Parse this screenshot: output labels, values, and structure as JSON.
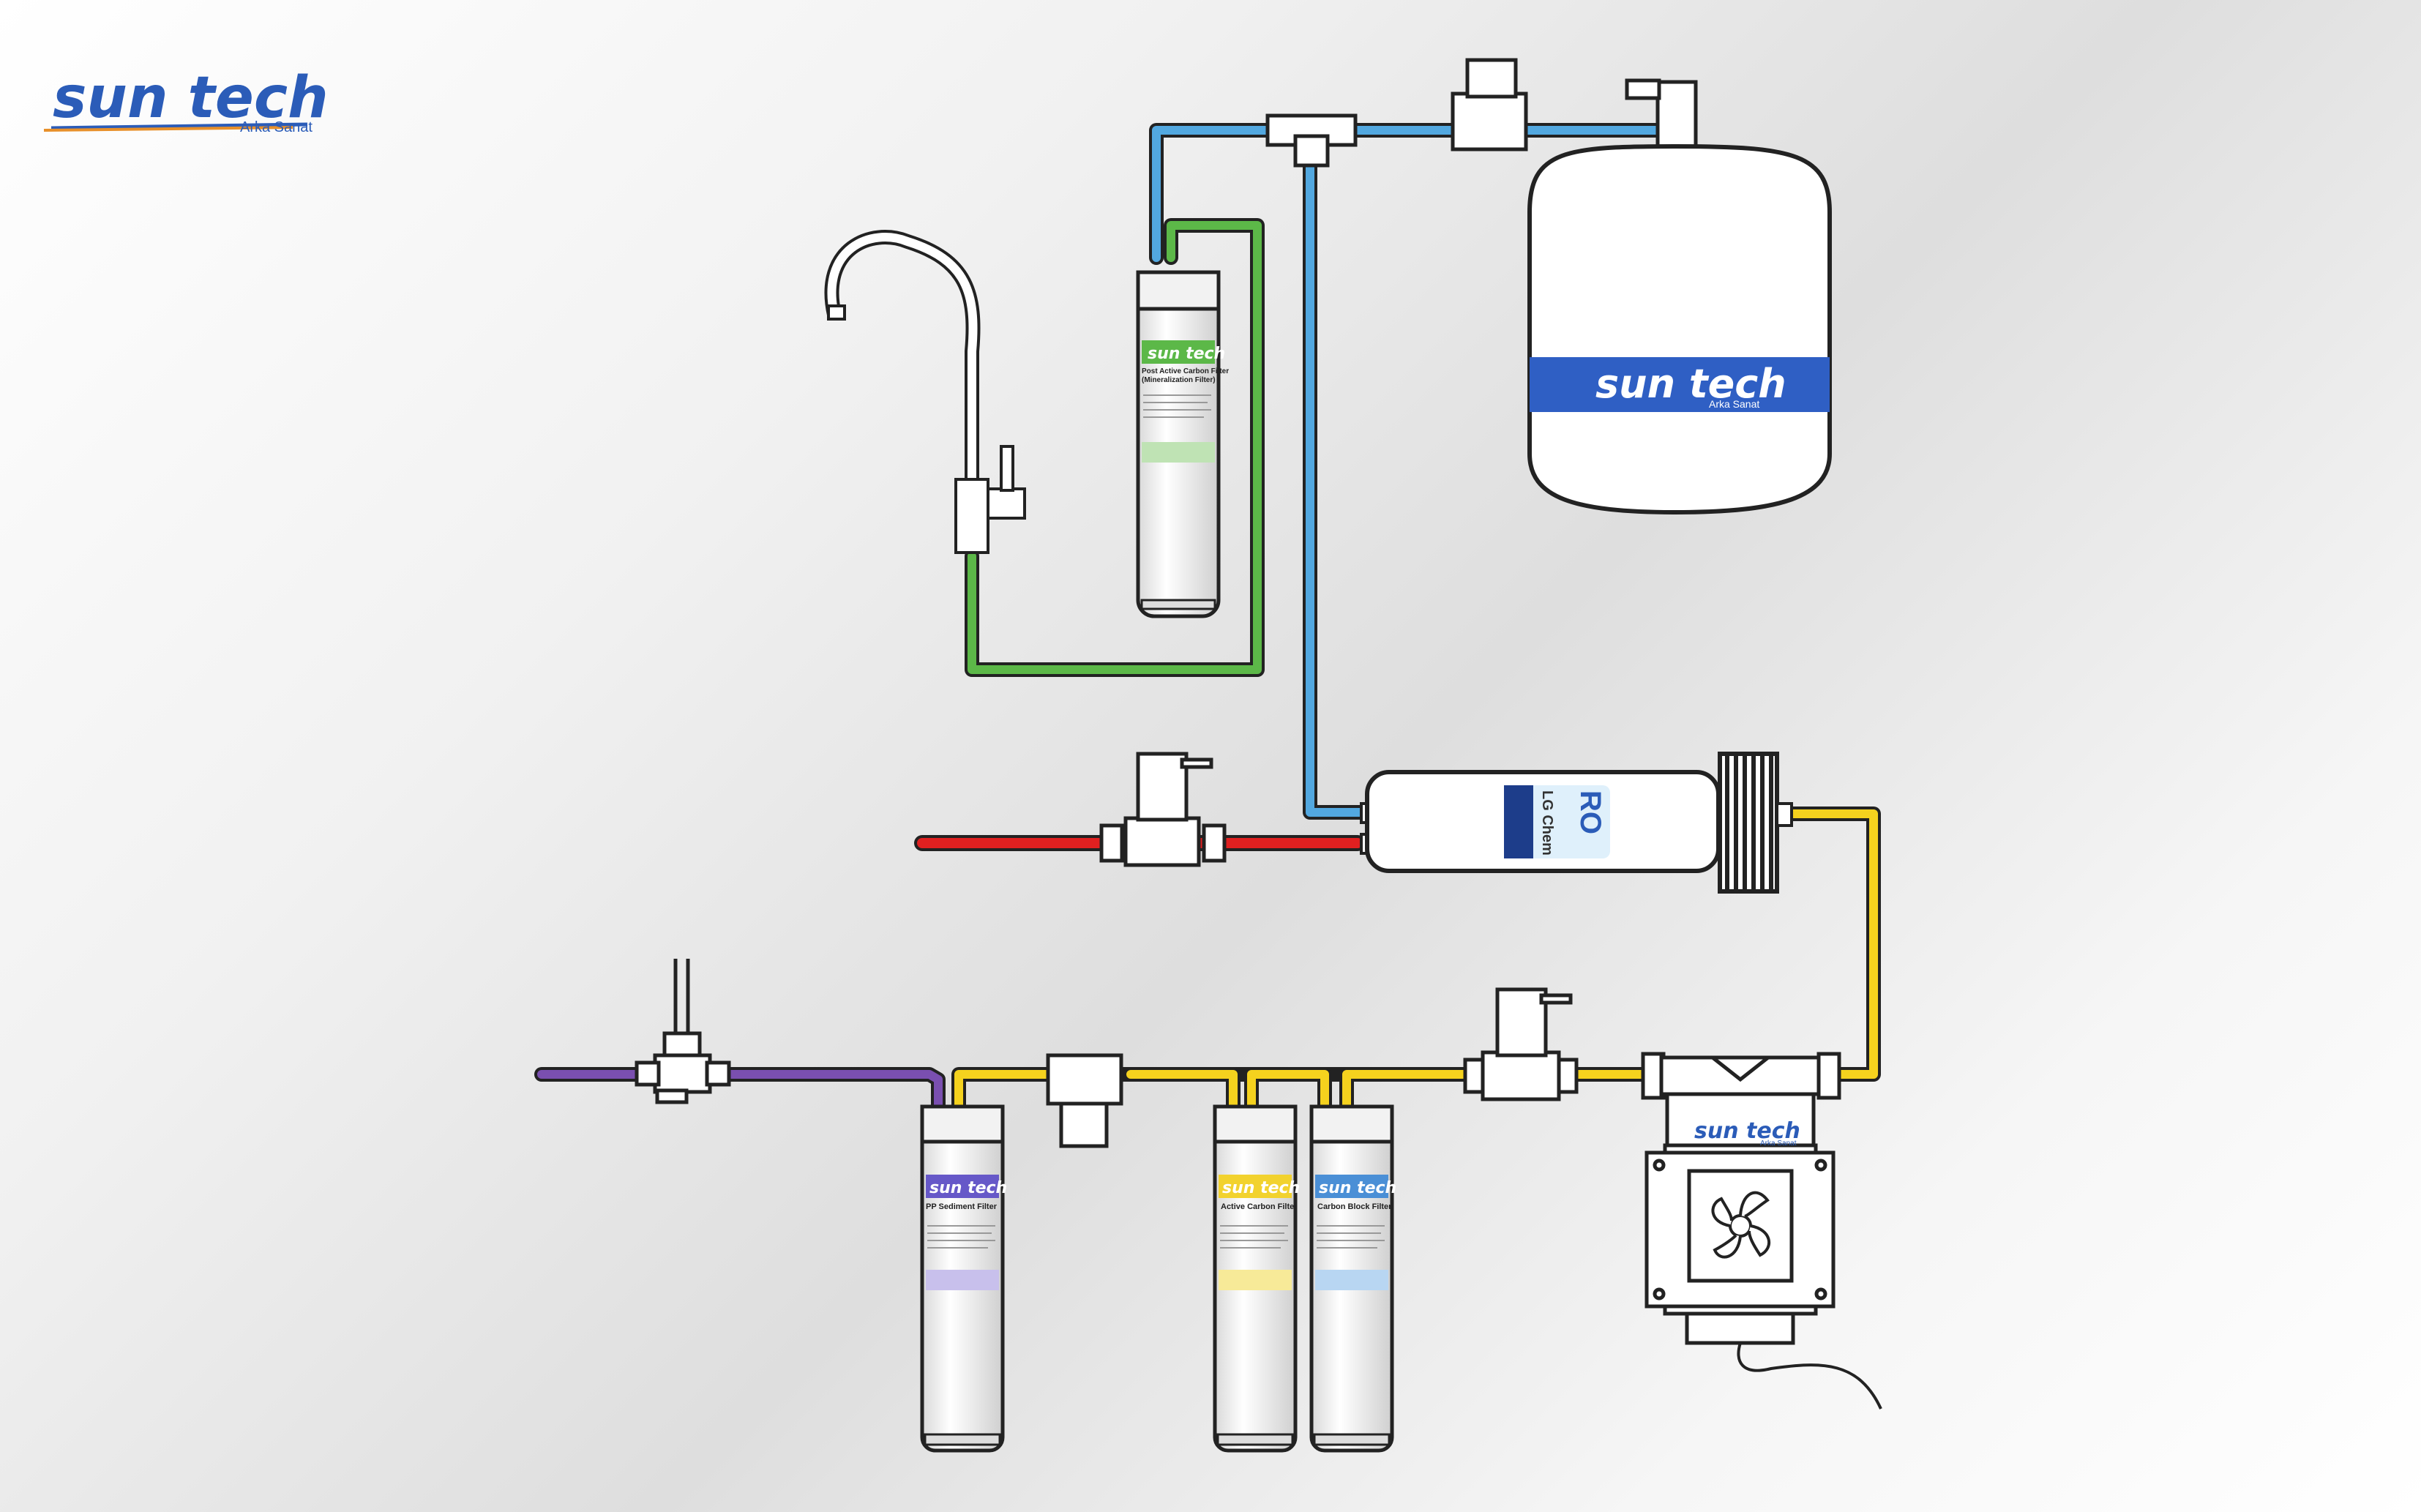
{
  "brand": {
    "name": "sun tech",
    "tagline": "Arka Sanat",
    "primary_color": "#2b5cb8",
    "accent_color": "#e8902a"
  },
  "tank": {
    "band_logo": "sun tech",
    "band_tagline": "Arka Sanat",
    "band_color": "#2f5fc4"
  },
  "post_carbon_filter": {
    "logo": "sun tech",
    "title_line1": "Post Active Carbon Filter",
    "title_line2": "(Mineralization Filter)",
    "band_color": "#5cb848"
  },
  "ro_membrane": {
    "label_ro": "RO",
    "label_maker": "LG Chem"
  },
  "pump": {
    "logo": "sun tech",
    "tagline": "Arka Sanat"
  },
  "filters": [
    {
      "logo": "sun tech",
      "title": "PP Sediment Filter",
      "band_color": "#6658c8"
    },
    {
      "logo": "sun tech",
      "title": "Active Carbon Filter",
      "band_color": "#f2d22e"
    },
    {
      "logo": "sun tech",
      "title": "Carbon Block Filter",
      "band_color": "#4a8fd6"
    }
  ],
  "pipe_colors": {
    "inlet": "#7a4fb0",
    "prefilter": "#f5d21e",
    "drain": "#e02020",
    "product": "#52a8e0",
    "post": "#5cb848"
  }
}
